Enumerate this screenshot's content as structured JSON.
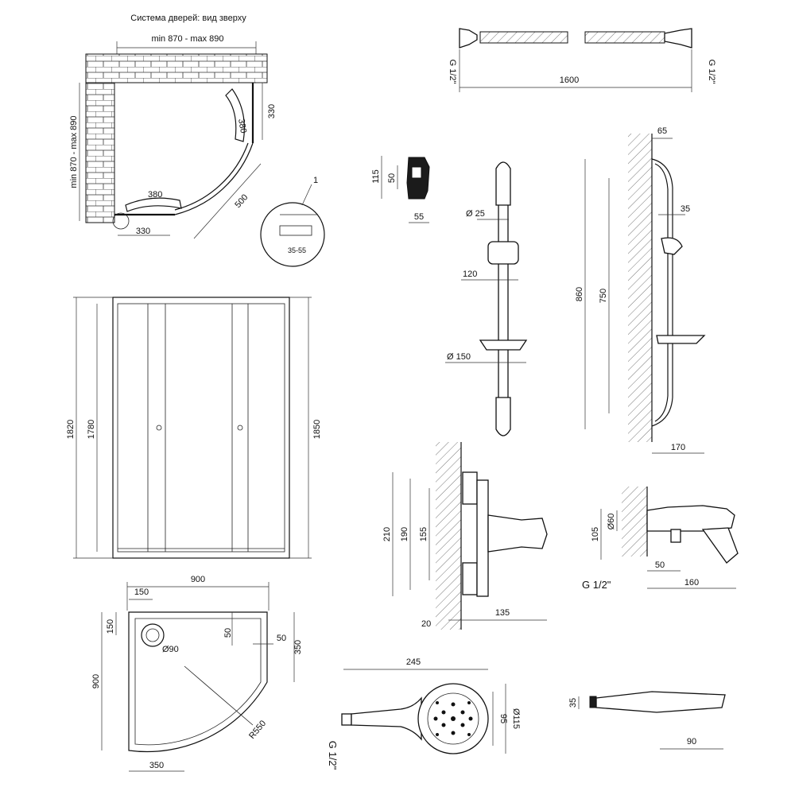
{
  "title": "Система дверей: вид зверху",
  "top_view": {
    "width_label": "min 870 - max 890",
    "height_label": "min 870 - max 890",
    "d330_side": "330",
    "d380_top": "380",
    "d380_bottom": "380",
    "d500": "500",
    "d330_bottom": "330"
  },
  "detail": {
    "callout": "1",
    "gap_label": "35-55"
  },
  "front_view": {
    "h1820": "1820",
    "h1780": "1780",
    "h1850": "1850"
  },
  "tray": {
    "w900": "900",
    "d150_top": "150",
    "d150_side": "150",
    "hole": "Ø90",
    "d50_a": "50",
    "d50_b": "50",
    "d350_side": "350",
    "h900": "900",
    "radius": "R550",
    "d350_bottom": "350"
  },
  "hose": {
    "g_left": "G 1/2\"",
    "g_right": "G 1/2\"",
    "length": "1600"
  },
  "holder": {
    "h115": "115",
    "h50": "50",
    "w55": "55"
  },
  "rail_front": {
    "d25": "Ø 25",
    "d120": "120",
    "d150": "Ø 150"
  },
  "rail_side": {
    "d65": "65",
    "d35": "35",
    "h860": "860",
    "h750": "750",
    "d170": "170"
  },
  "mixer": {
    "h210": "210",
    "h190": "190",
    "h155": "155",
    "d20": "20",
    "d135": "135"
  },
  "valve": {
    "d60": "Ø60",
    "h105": "105",
    "d50": "50",
    "g": "G 1/2\"",
    "w160": "160"
  },
  "handshower": {
    "w245": "245",
    "d115": "Ø115",
    "d95": "95",
    "g": "G 1/2\""
  },
  "head": {
    "h35": "35",
    "w90": "90"
  }
}
